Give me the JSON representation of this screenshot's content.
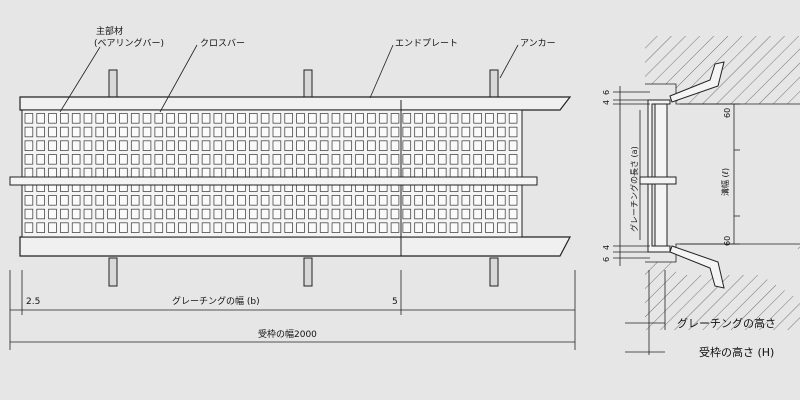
{
  "labels": {
    "main_bar_line1": "主部材",
    "main_bar_line2": "(ベアリングバー)",
    "cross_bar": "クロスバー",
    "end_plate": "エンドプレート",
    "anchor": "アンカー"
  },
  "dimensions": {
    "left_gap": "2.5",
    "right_gap": "5",
    "grating_width": "グレーチングの幅 (b)",
    "frame_width": "受枠の幅2000",
    "top_small_a": "6",
    "top_small_b": "4",
    "top_60": "60",
    "bottom_60": "60",
    "bottom_small_a": "4",
    "bottom_small_b": "6",
    "grating_length": "グレーチングの長さ (a)",
    "channel_width": "溝幅 (ℓ)",
    "grating_height": "グレーチングの高さ",
    "frame_height": "受枠の高さ (H)"
  },
  "colors": {
    "background": "#e6e6e6",
    "line": "#222222",
    "hatch": "#555555"
  }
}
